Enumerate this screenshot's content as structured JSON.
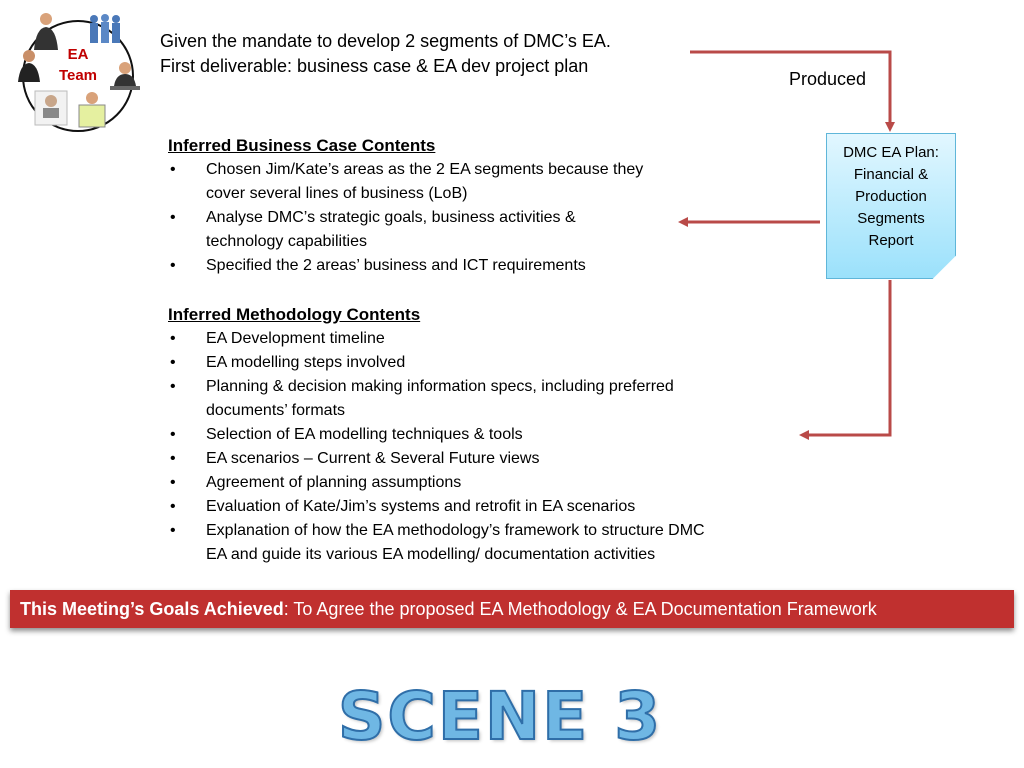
{
  "team": {
    "label_line1": "EA",
    "label_line2": "Team"
  },
  "intro": {
    "line1": "Given the mandate to develop 2 segments of DMC’s EA.",
    "line2": "First deliverable: business case & EA dev project plan"
  },
  "produced_label": "Produced",
  "note": {
    "lines": [
      "DMC EA Plan:",
      "Financial &",
      "Production",
      "Segments",
      "Report"
    ]
  },
  "business_case": {
    "title": "Inferred Business Case Contents",
    "bullet": "•",
    "items": [
      {
        "line1": "Chosen Jim/Kate’s areas as the 2 EA segments because they",
        "line2": "cover several lines of business (LoB)"
      },
      {
        "line1": "Analyse DMC’s strategic goals, business activities &",
        "line2": "technology capabilities"
      },
      {
        "line1": "Specified the 2 areas’ business and ICT requirements",
        "line2": ""
      }
    ]
  },
  "methodology": {
    "title": "Inferred Methodology Contents",
    "bullet": "•",
    "items": [
      {
        "line1": "EA Development timeline",
        "line2": ""
      },
      {
        "line1": "EA modelling steps involved",
        "line2": ""
      },
      {
        "line1": "Planning & decision making information specs, including preferred",
        "line2": "documents’ formats"
      },
      {
        "line1": "Selection of EA modelling techniques & tools",
        "line2": ""
      },
      {
        "line1": "EA scenarios – Current & Several Future views",
        "line2": ""
      },
      {
        "line1": "Agreement of planning assumptions",
        "line2": ""
      },
      {
        "line1": "Evaluation of Kate/Jim’s systems and retrofit in EA scenarios",
        "line2": ""
      },
      {
        "line1": "Explanation of how the EA methodology’s framework to structure DMC",
        "line2": "EA and guide its various EA modelling/ documentation  activities"
      }
    ]
  },
  "banner": {
    "bold": "This Meeting’s Goals Achieved",
    "rest": ": To Agree the proposed EA Methodology & EA Documentation Framework"
  },
  "scene_title": "SCENE 3",
  "colors": {
    "arrow": "#b94a48",
    "banner": "#c0302f",
    "team_label": "#c00000",
    "note_fill": "#9be1fb",
    "scene_fill": "#6fb7e4"
  }
}
